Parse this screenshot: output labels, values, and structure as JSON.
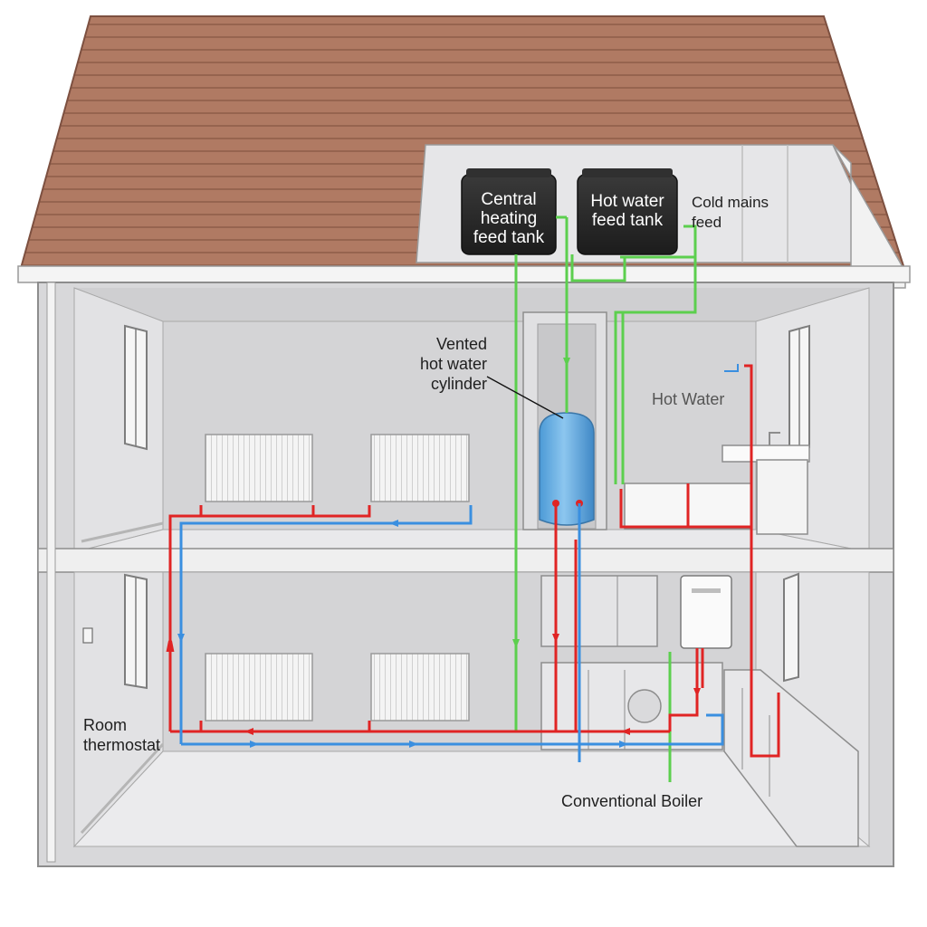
{
  "labels": {
    "central_tank_line1": "Central",
    "central_tank_line2": "heating",
    "central_tank_line3": "feed tank",
    "hot_tank_line1": "Hot water",
    "hot_tank_line2": "feed tank",
    "cold_mains_line1": "Cold mains",
    "cold_mains_line2": "feed",
    "cylinder_line1": "Vented",
    "cylinder_line2": "hot water",
    "cylinder_line3": "cylinder",
    "hot_water": "Hot Water",
    "thermostat_line1": "Room",
    "thermostat_line2": "thermostat",
    "boiler": "Conventional Boiler"
  },
  "colors": {
    "flow_pipe": "#e02424",
    "return_pipe": "#3a8fe0",
    "feed_pipe": "#5ccf4e",
    "roof": "#b07a63",
    "walls": "#dcdcde",
    "tank": "#2b2b2b",
    "cylinder": "#6fb3e6"
  }
}
